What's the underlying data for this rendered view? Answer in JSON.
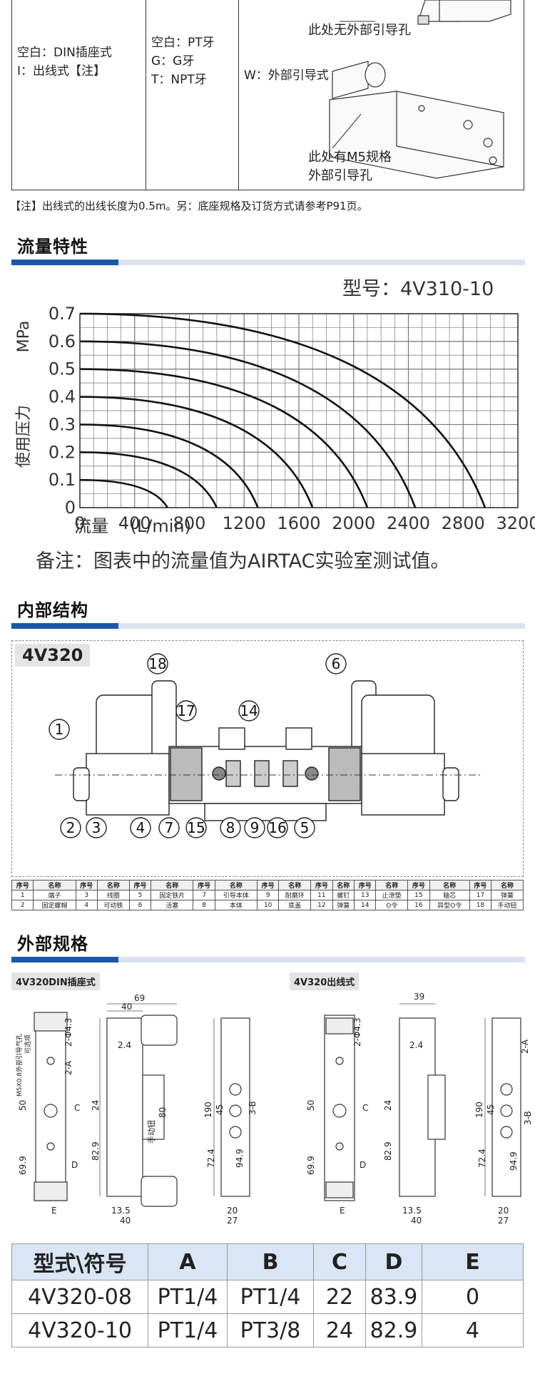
{
  "options": {
    "col1": [
      "空白：DIN插座式",
      "I：出线式【注】"
    ],
    "col2": [
      "空白：PT牙",
      "G：G牙",
      "T：NPT牙"
    ],
    "col3": "W：外部引导式",
    "callout_top": "此处无外部引导孔",
    "callout_bottom": [
      "此处有M5规格",
      "外部引导孔"
    ]
  },
  "note": "【注】出线式的出线长度为0.5m。另：底座规格及订货方式请参考P91页。",
  "sections": {
    "flow": "流量特性",
    "internal": "内部结构",
    "external": "外部规格"
  },
  "chart_data": {
    "type": "line",
    "title": "型号：4V310-10",
    "xlabel": "流量    (L/min)",
    "ylabel": "使用压力",
    "yunit": "MPa",
    "xlim": [
      0,
      3200
    ],
    "ylim": [
      0,
      0.7
    ],
    "x_ticks": [
      "0",
      "400",
      "800",
      "1200",
      "1600",
      "2000",
      "2400",
      "2800",
      "3200"
    ],
    "y_ticks": [
      "0",
      "0.1",
      "0.2",
      "0.3",
      "0.4",
      "0.5",
      "0.6",
      "0.7"
    ],
    "grid": true,
    "series": [
      {
        "start": 0.1,
        "end_x": 640
      },
      {
        "start": 0.2,
        "end_x": 1000
      },
      {
        "start": 0.3,
        "end_x": 1300
      },
      {
        "start": 0.4,
        "end_x": 1700
      },
      {
        "start": 0.5,
        "end_x": 2100
      },
      {
        "start": 0.6,
        "end_x": 2450
      },
      {
        "start": 0.7,
        "end_x": 2960
      }
    ],
    "remark": "备注：图表中的流量值为AIRTAC实验室测试值。"
  },
  "internal": {
    "model": "4V320",
    "callouts": [
      "1",
      "2",
      "3",
      "4",
      "5",
      "6",
      "7",
      "8",
      "9",
      "14",
      "15",
      "16",
      "17",
      "18"
    ]
  },
  "parts_table": {
    "headers": [
      "序号",
      "名称",
      "序号",
      "名称",
      "序号",
      "名称",
      "序号",
      "名称",
      "序号",
      "名称",
      "序号",
      "名称",
      "序号",
      "名称",
      "序号",
      "名称",
      "序号",
      "名称"
    ],
    "rows": [
      [
        "1",
        "端子",
        "3",
        "线圈",
        "5",
        "固定铁片",
        "7",
        "引导本体",
        "9",
        "耐磨环",
        "11",
        "螺钉",
        "13",
        "止泄垫",
        "15",
        "轴芯",
        "17",
        "弹簧"
      ],
      [
        "2",
        "固定螺帽",
        "4",
        "可动铁",
        "6",
        "活塞",
        "8",
        "本体",
        "10",
        "底盖",
        "12",
        "弹簧",
        "14",
        "O令",
        "16",
        "异型O令",
        "18",
        "手动钮"
      ]
    ]
  },
  "drawings": {
    "din_label": "4V320DIN插座式",
    "wire_label": "4V320出线式",
    "dims_din": [
      "69",
      "40",
      "2.4",
      "2-Φ4.3",
      "2-A",
      "50",
      "24",
      "C",
      "80",
      "190",
      "45",
      "3-B",
      "82.9",
      "72.4",
      "94.9",
      "69.9",
      "D",
      "13.5",
      "40",
      "20",
      "27",
      "E"
    ],
    "dims_wire": [
      "39",
      "2.4",
      "2-Φ4.3",
      "2-A",
      "50",
      "24",
      "C",
      "190",
      "45",
      "3-B",
      "82.9",
      "72.4",
      "94.9",
      "69.9",
      "D",
      "13.5",
      "40",
      "20",
      "27",
      "E"
    ],
    "side_text": [
      "M5X0.8外部引导气孔",
      "可选项",
      "手动钮"
    ]
  },
  "dim_table": {
    "headers": [
      "型式\\符号",
      "A",
      "B",
      "C",
      "D",
      "E"
    ],
    "rows": [
      [
        "4V320-08",
        "PT1/4",
        "PT1/4",
        "22",
        "83.9",
        "0"
      ],
      [
        "4V320-10",
        "PT1/4",
        "PT3/8",
        "24",
        "82.9",
        "4"
      ]
    ]
  }
}
